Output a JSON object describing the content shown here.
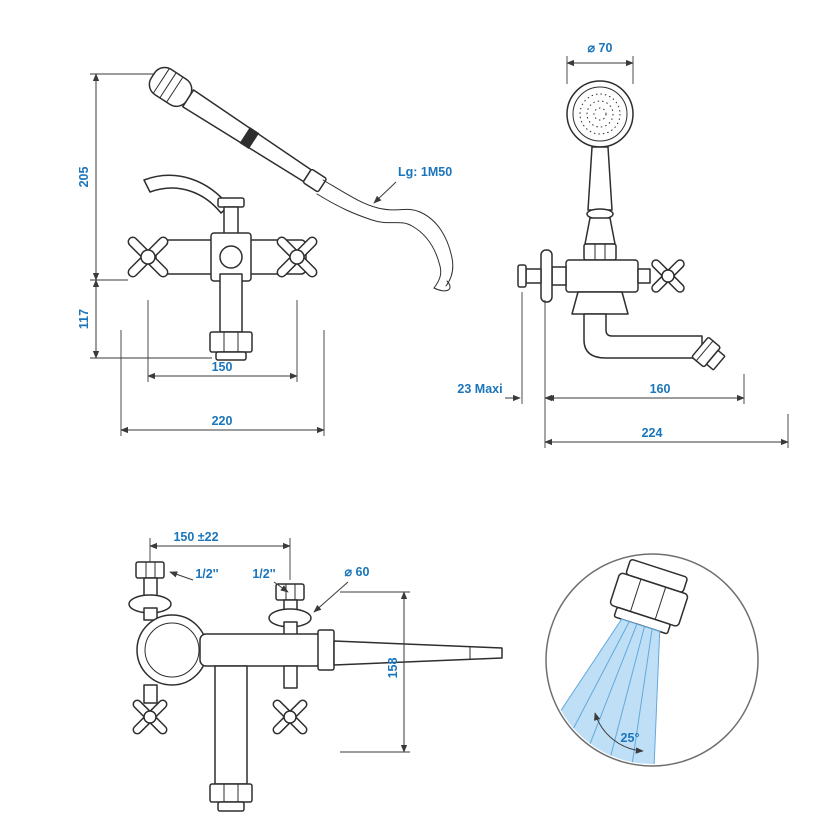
{
  "drawing": {
    "background": "#ffffff",
    "line_color": "#2e2e2e",
    "dimension_text_color": "#1a75bb",
    "spray_fill": "#bfdff6",
    "spray_stroke": "#63a9da"
  },
  "views": {
    "front": {
      "dim_height_total": "205",
      "dim_height_body": "117",
      "dim_centers": "150",
      "dim_width": "220",
      "hose_length_label": "Lg: 1M50"
    },
    "side": {
      "dim_head_diameter": "⌀ 70",
      "dim_wall": "23  Maxi",
      "dim_spout_reach": "160",
      "dim_total_depth": "224"
    },
    "top": {
      "dim_centers": "150 ±22",
      "inlet_left": "1/2''",
      "inlet_right": "1/2''",
      "dim_flange_diameter": "⌀ 60",
      "dim_depth": "158"
    },
    "detail": {
      "spray_angle": "25°"
    }
  }
}
